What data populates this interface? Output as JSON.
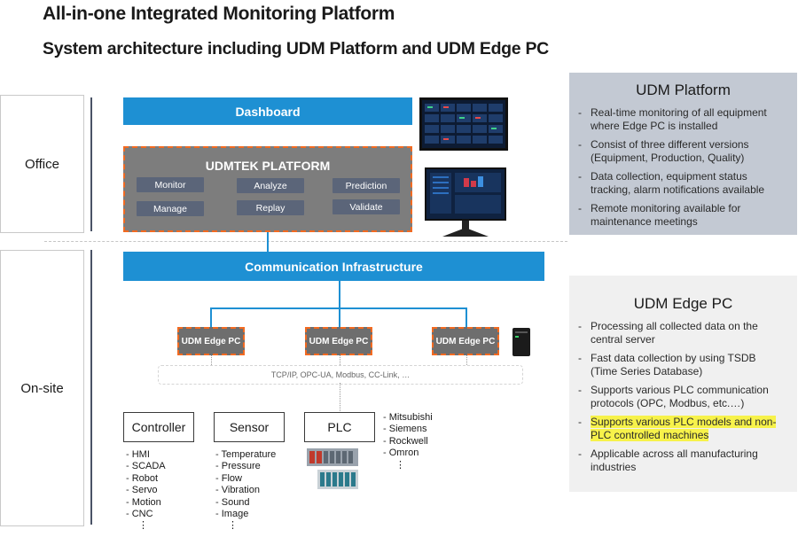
{
  "header": {
    "title": "All-in-one Integrated Monitoring Platform",
    "subtitle": "System architecture including UDM Platform and UDM Edge PC"
  },
  "zones": {
    "office": "Office",
    "onsite": "On-site"
  },
  "diagram": {
    "dashboard": "Dashboard",
    "platform_title": "UDMTEK PLATFORM",
    "functions": [
      "Monitor",
      "Analyze",
      "Prediction",
      "Manage",
      "Replay",
      "Validate"
    ],
    "comm": "Communication Infrastructure",
    "edge_pc_label": "UDM Edge PC",
    "protocols": "TCP/IP, OPC-UA, Modbus, CC-Link, …",
    "controller": {
      "label": "Controller",
      "items": [
        "HMI",
        "SCADA",
        "Robot",
        "Servo",
        "Motion",
        "CNC"
      ]
    },
    "sensor": {
      "label": "Sensor",
      "items": [
        "Temperature",
        "Pressure",
        "Flow",
        "Vibration",
        "Sound",
        "Image"
      ]
    },
    "plc": {
      "label": "PLC",
      "items": [
        "Mitsubishi",
        "Siemens",
        "Rockwell",
        "Omron"
      ]
    },
    "ellipsis": "⋮"
  },
  "platform_panel": {
    "title": "UDM Platform",
    "bullets": [
      "Real-time monitoring of all equipment where Edge PC is installed",
      "Consist of three different versions (Equipment, Production, Quality)",
      "Data collection, equipment status tracking, alarm notifications available",
      "Remote monitoring available for maintenance meetings"
    ]
  },
  "edge_panel": {
    "title": "UDM Edge PC",
    "bullets": [
      "Processing all collected data on the central server",
      "Fast data collection by using TSDB (Time Series Database)",
      "Supports various PLC communication protocols (OPC, Modbus, etc.…)",
      "Supports various PLC models and non-PLC controlled machines",
      "Applicable across all manufacturing industries"
    ],
    "highlight_index": 3
  },
  "colors": {
    "accent_blue": "#1e90d3",
    "dashed_orange": "#f26a21",
    "platform_gray": "#7d7d7d",
    "chip_slate": "#5b6579",
    "panel_top_bg": "#c3c9d3",
    "panel_bottom_bg": "#f0f0f0",
    "highlight": "#f7f24a"
  }
}
